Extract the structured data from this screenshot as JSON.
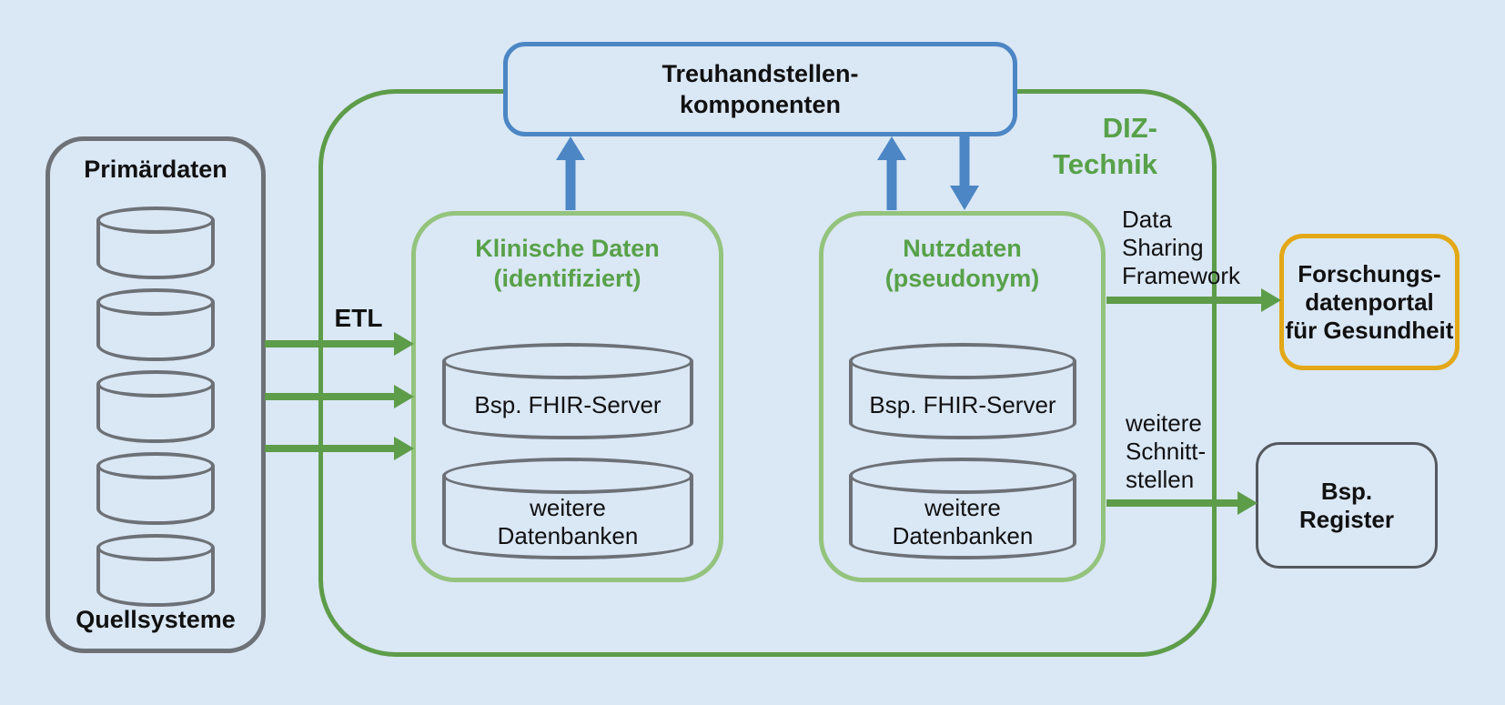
{
  "diagram_title": "DIZ-Technik data integration architecture",
  "colors": {
    "background": "#dae7f5",
    "blue": "#4c86c4",
    "green_dark": "#5d9c49",
    "green_light": "#94c37d",
    "green_text": "#57a148",
    "gray": "#6d7176",
    "gray_dark": "#54585d",
    "yellow": "#e3a816",
    "text": "#111111"
  },
  "source_box": {
    "title": "Primärdaten",
    "footer": "Quellsysteme",
    "cylinder_count": 5
  },
  "diz": {
    "label": "DIZ-\nTechnik"
  },
  "trust_box": {
    "label": "Treuhandstellen-\nkomponenten"
  },
  "clinical_box": {
    "title": "Klinische Daten\n(identifiziert)",
    "db1": "Bsp. FHIR-Server",
    "db2": "weitere\nDatenbanken"
  },
  "usage_box": {
    "title": "Nutzdaten\n(pseudonym)",
    "db1": "Bsp. FHIR-Server",
    "db2": "weitere\nDatenbanken"
  },
  "labels": {
    "etl": "ETL",
    "data_sharing_framework": "Data\nSharing\nFramework",
    "other_interfaces": "weitere\nSchnitt-\nstellen"
  },
  "research_portal": {
    "label": "Forschungs-\ndatenportal\nfür Gesundheit"
  },
  "register": {
    "label": "Bsp.\nRegister"
  }
}
